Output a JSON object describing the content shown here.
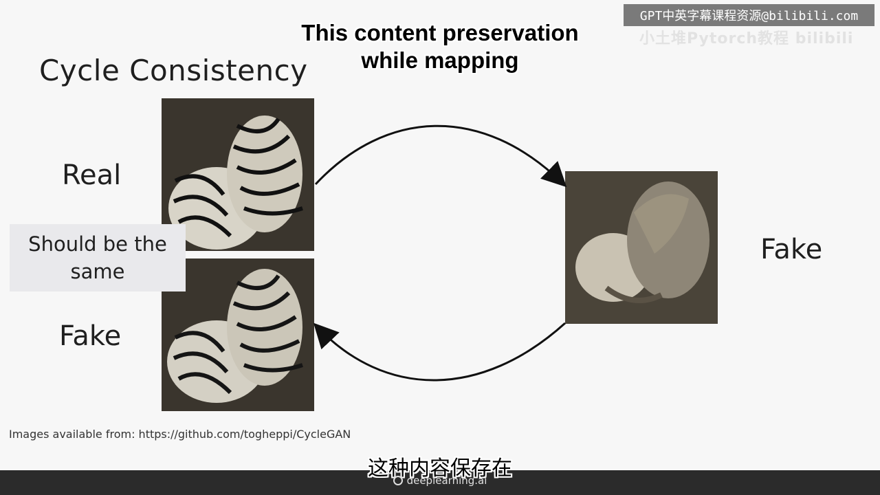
{
  "slide": {
    "title": "Cycle Consistency",
    "real_label": "Real",
    "fake_left_label": "Fake",
    "fake_right_label": "Fake",
    "callout_line1": "Should be the",
    "callout_line2": "same",
    "caption": "Images available from: https://github.com/togheppi/CycleGAN"
  },
  "subtitles": {
    "english_line1": "This content preservation",
    "english_line2": "while mapping",
    "chinese": "这种内容保存在"
  },
  "overlay": {
    "watermark": "GPT中英字幕课程资源@bilibili.com",
    "watermark_faint": "小土堆Pytorch教程 bilibili"
  },
  "footer": {
    "brand": "deeplearning.ai"
  },
  "colors": {
    "background": "#f7f7f7",
    "callout_bg": "#e9e9ec",
    "footer_bg": "#2b2b2b",
    "arrow": "#111111"
  }
}
